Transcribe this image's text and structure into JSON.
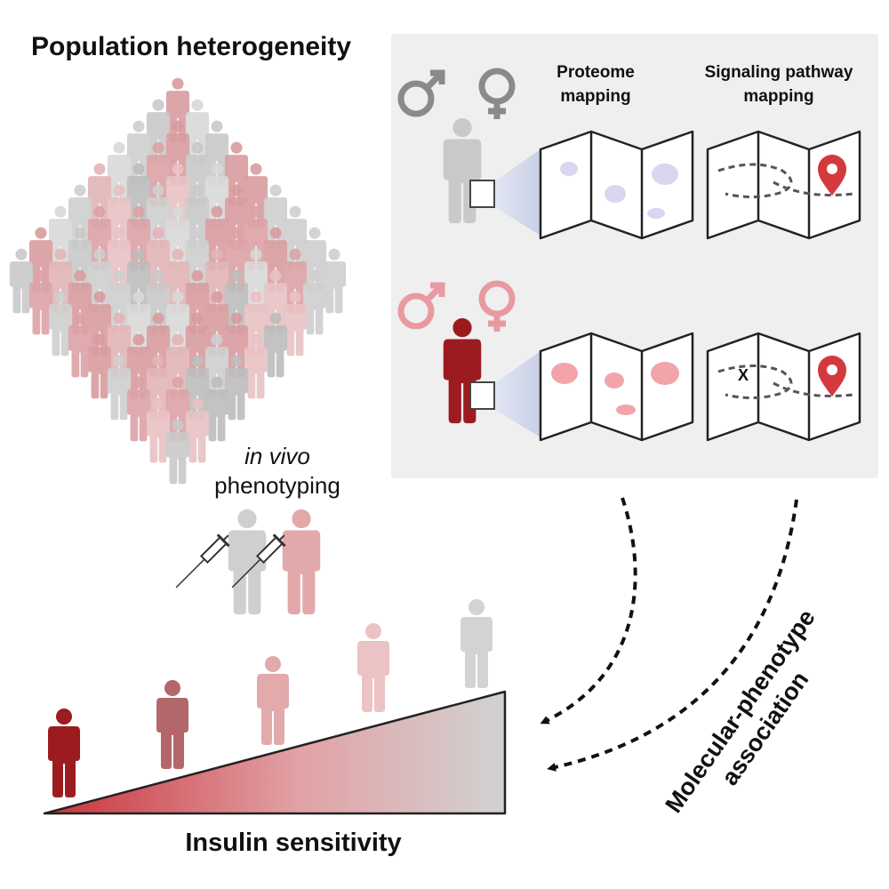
{
  "heterogeneity": {
    "title": "Population heterogeneity"
  },
  "mapping": {
    "proteome_line1": "Proteome",
    "proteome_line2": "mapping",
    "signaling_line1": "Signaling pathway",
    "signaling_line2": "mapping",
    "cross_mark": "X"
  },
  "phenotyping": {
    "line1": "in vivo",
    "line2": "phenotyping"
  },
  "sensitivity": {
    "label": "Insulin sensitivity"
  },
  "association": {
    "line1": "Molecular-phenotype",
    "line2": "association"
  },
  "colors": {
    "dark_red": "#9b1b1f",
    "red": "#d9858a",
    "light_red": "#f2b8bb",
    "grey": "#c8c8c8",
    "dark_grey": "#8a8a8a",
    "panel": "#efefef",
    "lavender": "#d9d6f0",
    "pink": "#f2a4aa"
  }
}
